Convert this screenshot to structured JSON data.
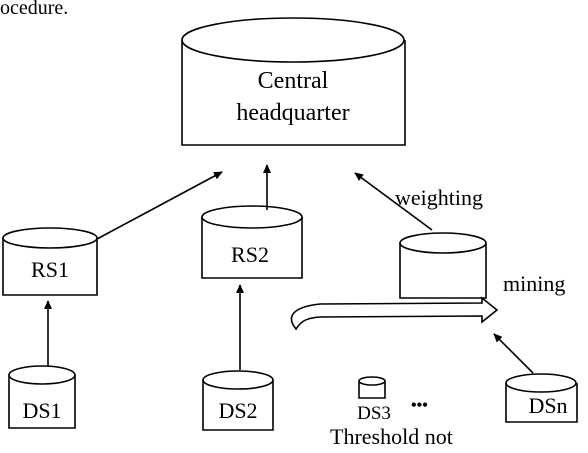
{
  "caption_fragment": "ocedure.",
  "nodes": {
    "central": {
      "line1": "Central",
      "line2": "headquarter"
    },
    "rs1": "RS1",
    "rs2": "RS2",
    "ds1": "DS1",
    "ds2": "DS2",
    "ds3": "DS3",
    "dsn": "DSn"
  },
  "labels": {
    "weighting": "weighting",
    "mining": "mining",
    "ellipsis": "•••",
    "threshold": "Threshold not"
  }
}
